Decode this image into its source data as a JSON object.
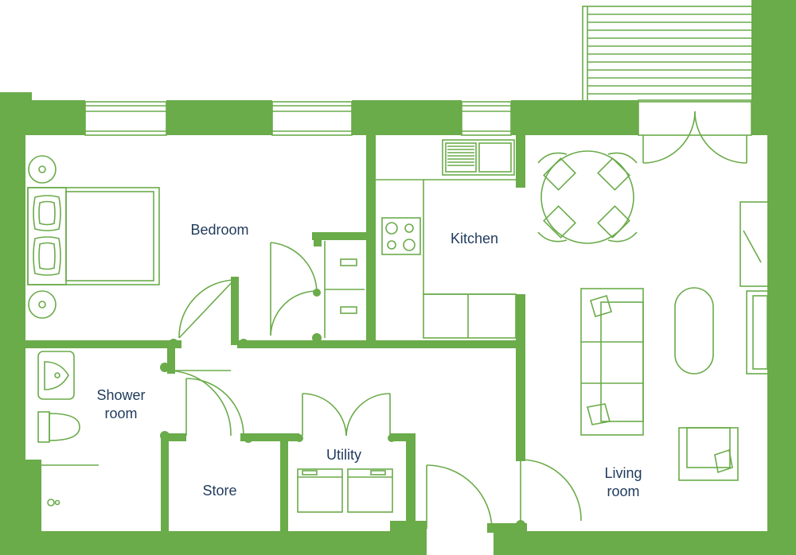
{
  "colors": {
    "wall": "#6aab4a",
    "line": "#6aab4a",
    "label": "#1f3a5c",
    "background": "#ffffff"
  },
  "rooms": {
    "bedroom": "Bedroom",
    "kitchen": "Kitchen",
    "shower_line1": "Shower",
    "shower_line2": "room",
    "utility": "Utility",
    "store": "Store",
    "living_line1": "Living",
    "living_line2": "room"
  }
}
